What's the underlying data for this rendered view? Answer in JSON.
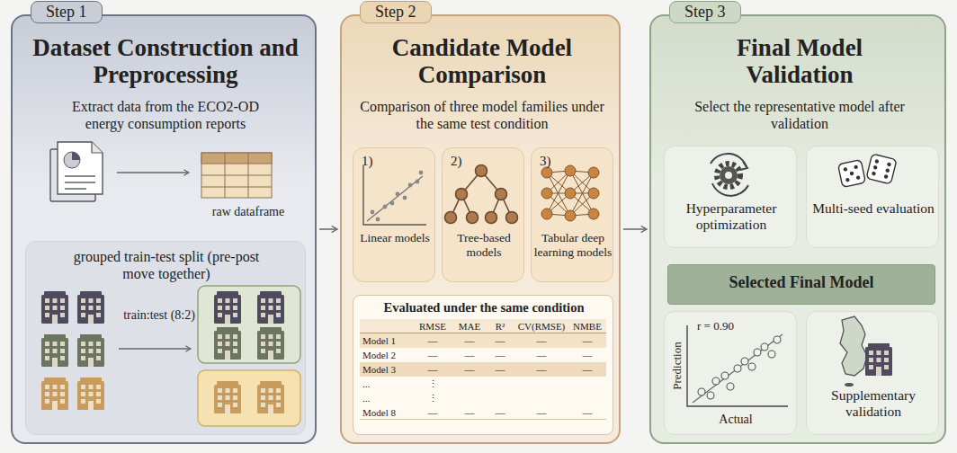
{
  "diagram": {
    "nodes": [
      {
        "text": [
          "Step 1",
          "Dataset Construction and Preprocessing",
          "Extract data from the ECO2-OD energy consumption reports"
        ]
      },
      {
        "text": [
          "grouped train-test split (pre-post move together)",
          "train:test (8:2)"
        ],
        "in": 0
      },
      {
        "text": [
          "Step 2",
          "Candidate Model Comparison",
          "Comparison of three model families under the same test condition"
        ]
      },
      {
        "text": [
          "1)",
          "Linear models"
        ],
        "in": 2
      },
      {
        "text": [
          "2)",
          "Tree-based models"
        ],
        "in": 2
      },
      {
        "text": [
          "3)",
          "Tabular deep learning models"
        ],
        "in": 2
      },
      {
        "text": [
          "Evaluated under the same condition"
        ],
        "in": 2
      },
      {
        "text": [
          "Step 3",
          "Final Model Validation",
          "Select the representative model after validation"
        ]
      },
      {
        "text": [
          "Hyperparameter optimization"
        ],
        "in": 7
      },
      {
        "text": [
          "Multi-seed evaluation"
        ],
        "in": 7
      },
      {
        "text": [
          "Selected Final Model"
        ],
        "in": 7
      },
      {
        "text": [
          "r = 0.90",
          "Prediction",
          "Actual"
        ],
        "in": 7
      },
      {
        "text": [
          "Supplementary validation"
        ],
        "in": 7
      }
    ],
    "edges": [
      {
        "from": 0,
        "to": 2,
        "arrow": "to"
      },
      {
        "from": 2,
        "to": 7,
        "arrow": "to"
      }
    ],
    "labels": [
      "raw dataframe",
      "RMSE",
      "MAE",
      "R²",
      "CV(RMSE)",
      "NMBE",
      "Model 1",
      "—",
      "—",
      "—",
      "—",
      "—",
      "Model 2",
      "—",
      "—",
      "—",
      "—",
      "—",
      "Model 3",
      "—",
      "—",
      "—",
      "—",
      "—",
      "...",
      "⋮",
      "...",
      "⋮",
      "Model 8",
      "—",
      "—",
      "—",
      "—",
      "—"
    ]
  }
}
